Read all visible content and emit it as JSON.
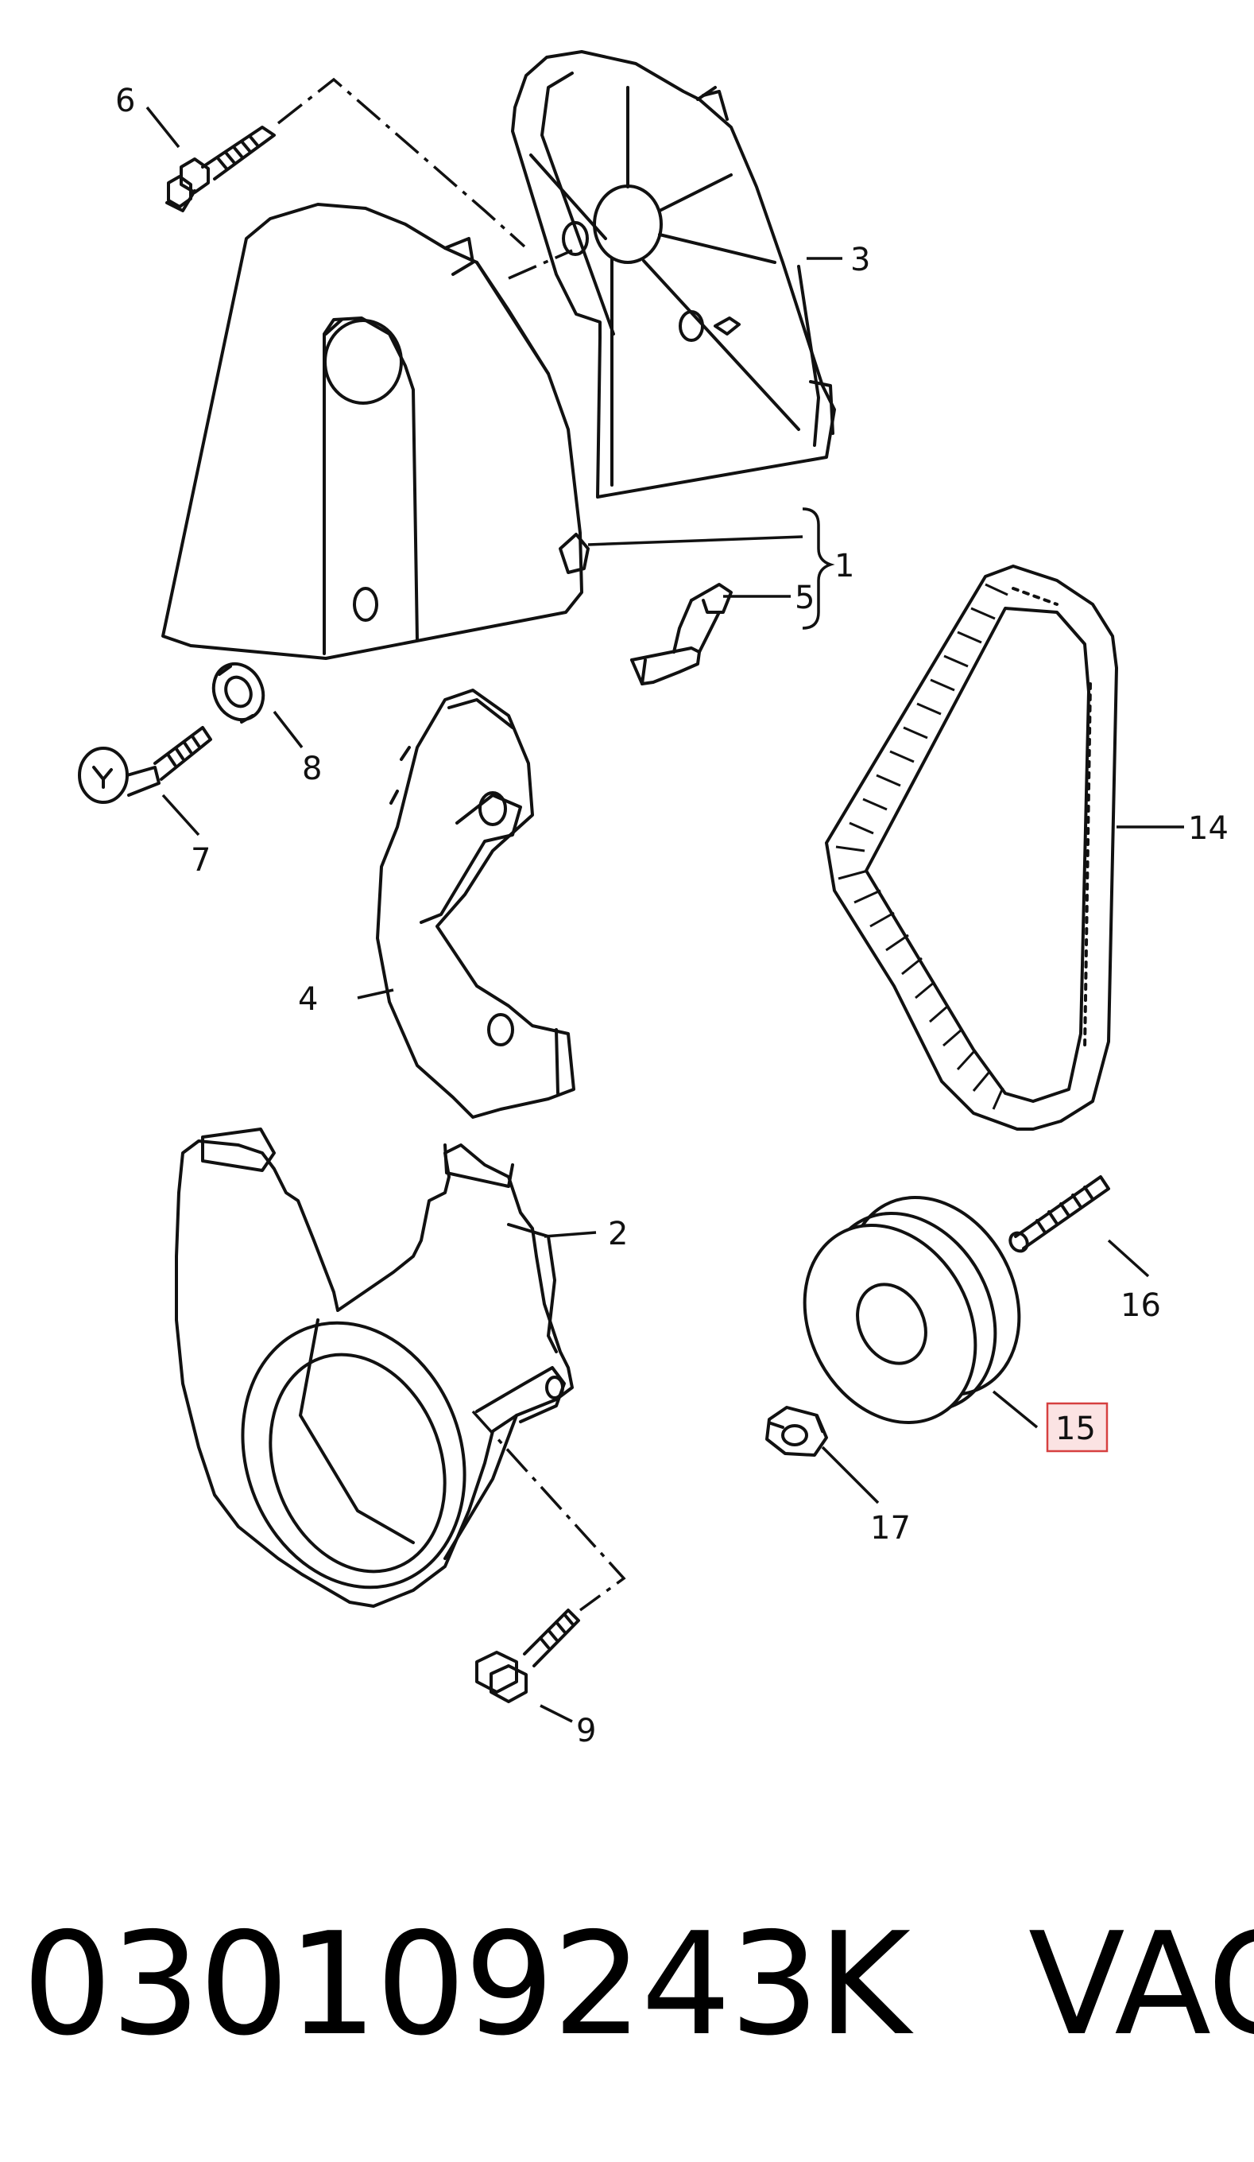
{
  "callouts": {
    "c1": "1",
    "c2": "2",
    "c3": "3",
    "c4": "4",
    "c5": "5",
    "c6": "6",
    "c7": "7",
    "c8": "8",
    "c9": "9",
    "c14": "14",
    "c15": "15",
    "c16": "16",
    "c17": "17"
  },
  "highlight_color": "#d64040",
  "footer": {
    "part_number": "030109243K",
    "brand": "VAG"
  }
}
